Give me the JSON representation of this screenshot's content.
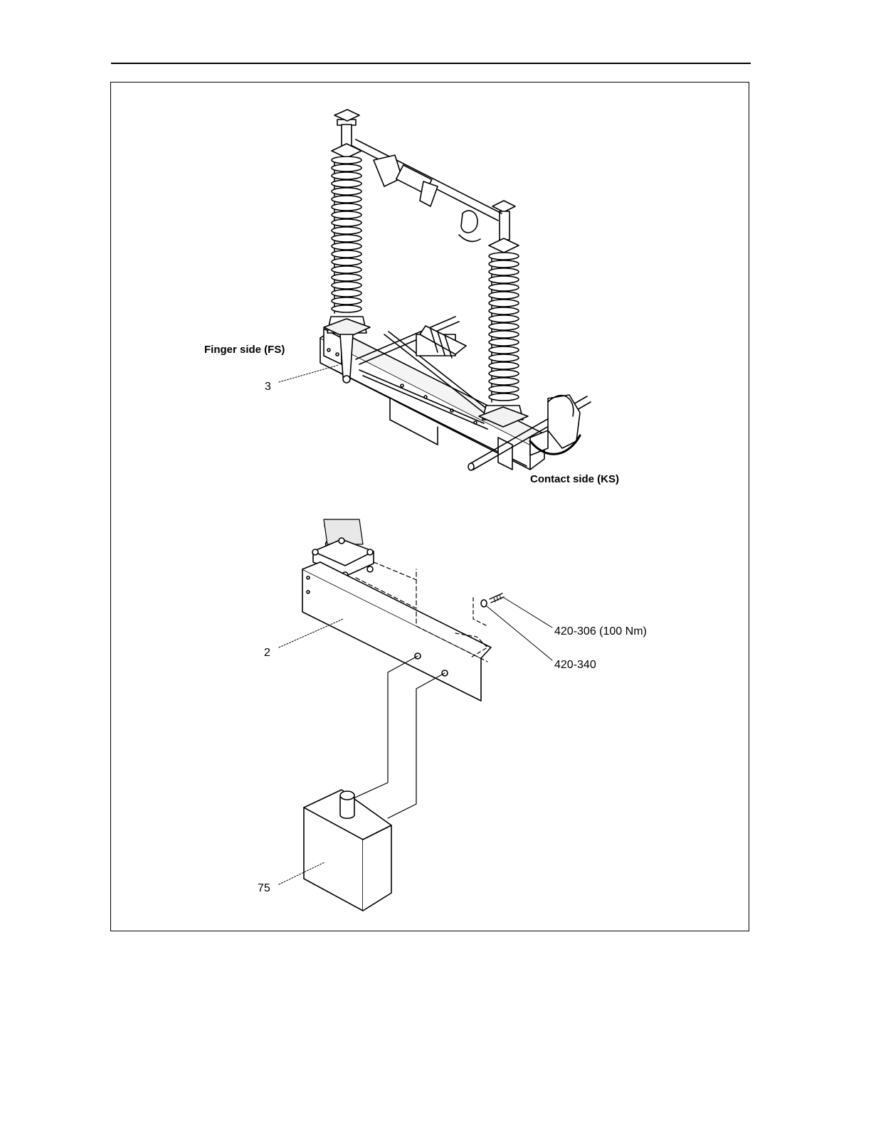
{
  "labels": {
    "finger_side": "Finger side (FS)",
    "contact_side": "Contact side (KS)",
    "item_3": "3",
    "item_2": "2",
    "item_75": "75",
    "bolt": "420-306 (100 Nm)",
    "washer": "420-340"
  }
}
